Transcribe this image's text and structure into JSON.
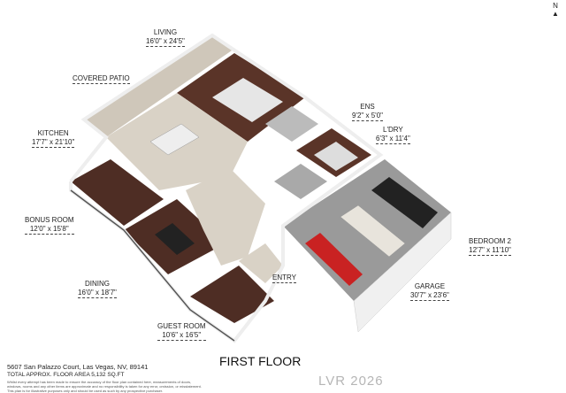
{
  "rooms": [
    {
      "name": "LIVING",
      "dim": "16'0\" x 24'5\""
    },
    {
      "name": "COVERED PATIO",
      "dim": ""
    },
    {
      "name": "KITCHEN",
      "dim": "17'7\" x 21'10\""
    },
    {
      "name": "BONUS ROOM",
      "dim": "12'0\" x 15'8\""
    },
    {
      "name": "DINING",
      "dim": "16'0\" x 18'7\""
    },
    {
      "name": "GUEST ROOM",
      "dim": "10'6\" x 16'5\""
    },
    {
      "name": "ENTRY",
      "dim": ""
    },
    {
      "name": "ENS",
      "dim": "9'2\" x 5'0\""
    },
    {
      "name": "L'DRY",
      "dim": "6'3\" x 11'4\""
    },
    {
      "name": "BEDROOM 2",
      "dim": "12'7\" x 11'10\""
    },
    {
      "name": "GARAGE",
      "dim": "30'7\" x 23'6\""
    }
  ],
  "floor_title": "FIRST FLOOR",
  "footer": {
    "address": "5607 San Palazzo Court, Las Vegas, NV, 89141",
    "area": "TOTAL APPROX. FLOOR AREA 5,132 SQ.FT",
    "disclaimer1": "Whilst every attempt has been made to ensure the accuracy of the floor plan contained here, measurements of doors,",
    "disclaimer2": "windows, rooms and any other items are approximate and no responsibility is taken for any error, omission, or misstatement.",
    "disclaimer3": "This plan is for illustrative purposes only and should be used as such by any prospective purchaser."
  },
  "watermark": "LVR 2026",
  "compass": {
    "label": "N",
    "icon": "north-arrow-icon"
  },
  "colors": {
    "wood": "#5a3428",
    "tile": "#d9d2c6",
    "garage": "#9a9a9a",
    "wall": "#f4f4f4"
  }
}
